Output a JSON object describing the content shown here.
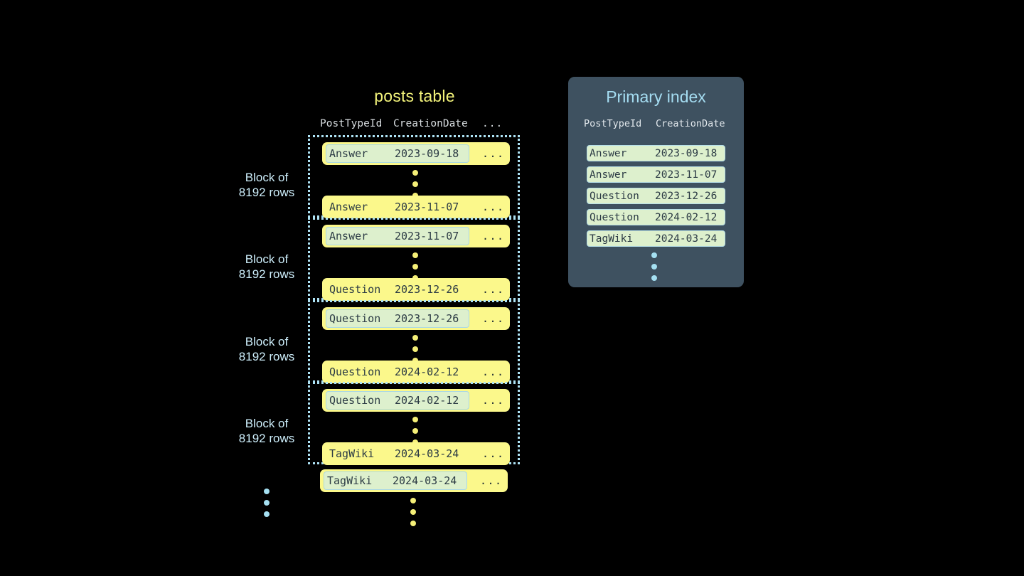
{
  "posts_table": {
    "title": "posts table",
    "columns": [
      "PostTypeId",
      "CreationDate",
      "..."
    ],
    "row_ellipsis": "...",
    "blocks": [
      {
        "label_line1": "Block of",
        "label_line2": "8192 rows",
        "first_row": {
          "post_type_id": "Answer",
          "creation_date": "2023-09-18",
          "more": "...",
          "key_highlight": true
        },
        "last_row": {
          "post_type_id": "Answer",
          "creation_date": "2023-11-07",
          "more": "...",
          "key_highlight": false
        }
      },
      {
        "label_line1": "Block of",
        "label_line2": "8192 rows",
        "first_row": {
          "post_type_id": "Answer",
          "creation_date": "2023-11-07",
          "more": "...",
          "key_highlight": true
        },
        "last_row": {
          "post_type_id": "Question",
          "creation_date": "2023-12-26",
          "more": "...",
          "key_highlight": false
        }
      },
      {
        "label_line1": "Block of",
        "label_line2": "8192 rows",
        "first_row": {
          "post_type_id": "Question",
          "creation_date": "2023-12-26",
          "more": "...",
          "key_highlight": true
        },
        "last_row": {
          "post_type_id": "Question",
          "creation_date": "2024-02-12",
          "more": "...",
          "key_highlight": false
        }
      },
      {
        "label_line1": "Block of",
        "label_line2": "8192 rows",
        "first_row": {
          "post_type_id": "Question",
          "creation_date": "2024-02-12",
          "more": "...",
          "key_highlight": true
        },
        "last_row": {
          "post_type_id": "TagWiki",
          "creation_date": "2024-03-24",
          "more": "...",
          "key_highlight": false
        }
      }
    ],
    "trailing_row": {
      "post_type_id": "TagWiki",
      "creation_date": "2024-03-24",
      "more": "...",
      "key_highlight": true
    }
  },
  "primary_index": {
    "title": "Primary index",
    "columns": [
      "PostTypeId",
      "CreationDate"
    ],
    "rows": [
      {
        "post_type_id": "Answer",
        "creation_date": "2023-09-18"
      },
      {
        "post_type_id": "Answer",
        "creation_date": "2023-11-07"
      },
      {
        "post_type_id": "Question",
        "creation_date": "2023-12-26"
      },
      {
        "post_type_id": "Question",
        "creation_date": "2024-02-12"
      },
      {
        "post_type_id": "TagWiki",
        "creation_date": "2024-03-24"
      }
    ]
  },
  "colors": {
    "background": "#000000",
    "row_yellow": "#fbf88b",
    "key_green": "#ddf0cd",
    "accent_cyan": "#a5ddf2",
    "panel_slate": "#3e5160",
    "title_yellow": "#f2f27a",
    "dark_text": "#2b3a44"
  }
}
